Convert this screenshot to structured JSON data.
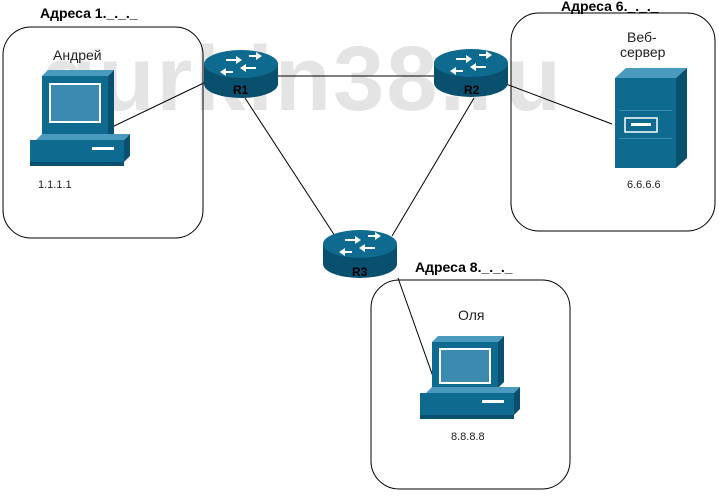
{
  "watermark": "gurkin38.ru",
  "colors": {
    "device": "#0e6a8f",
    "device_dark": "#08506d",
    "screen": "#3d8ab0",
    "arrow": "#ffffff",
    "line": "#000000"
  },
  "groups": {
    "left": {
      "header": "Адреса 1._._._",
      "host_label": "Андрей",
      "ip": "1.1.1.1",
      "host_icon": "pc-icon"
    },
    "right": {
      "header": "Адреса 6._._._",
      "host_label_1": "Веб-",
      "host_label_2": "сервер",
      "ip": "6.6.6.6",
      "host_icon": "server-icon"
    },
    "bottom": {
      "header": "Адреса 8._._._",
      "host_label": "Оля",
      "ip": "8.8.8.8",
      "host_icon": "pc-icon"
    }
  },
  "routers": [
    {
      "label": "R1",
      "icon": "router-icon"
    },
    {
      "label": "R2",
      "icon": "router-icon"
    },
    {
      "label": "R3",
      "icon": "router-icon"
    }
  ]
}
